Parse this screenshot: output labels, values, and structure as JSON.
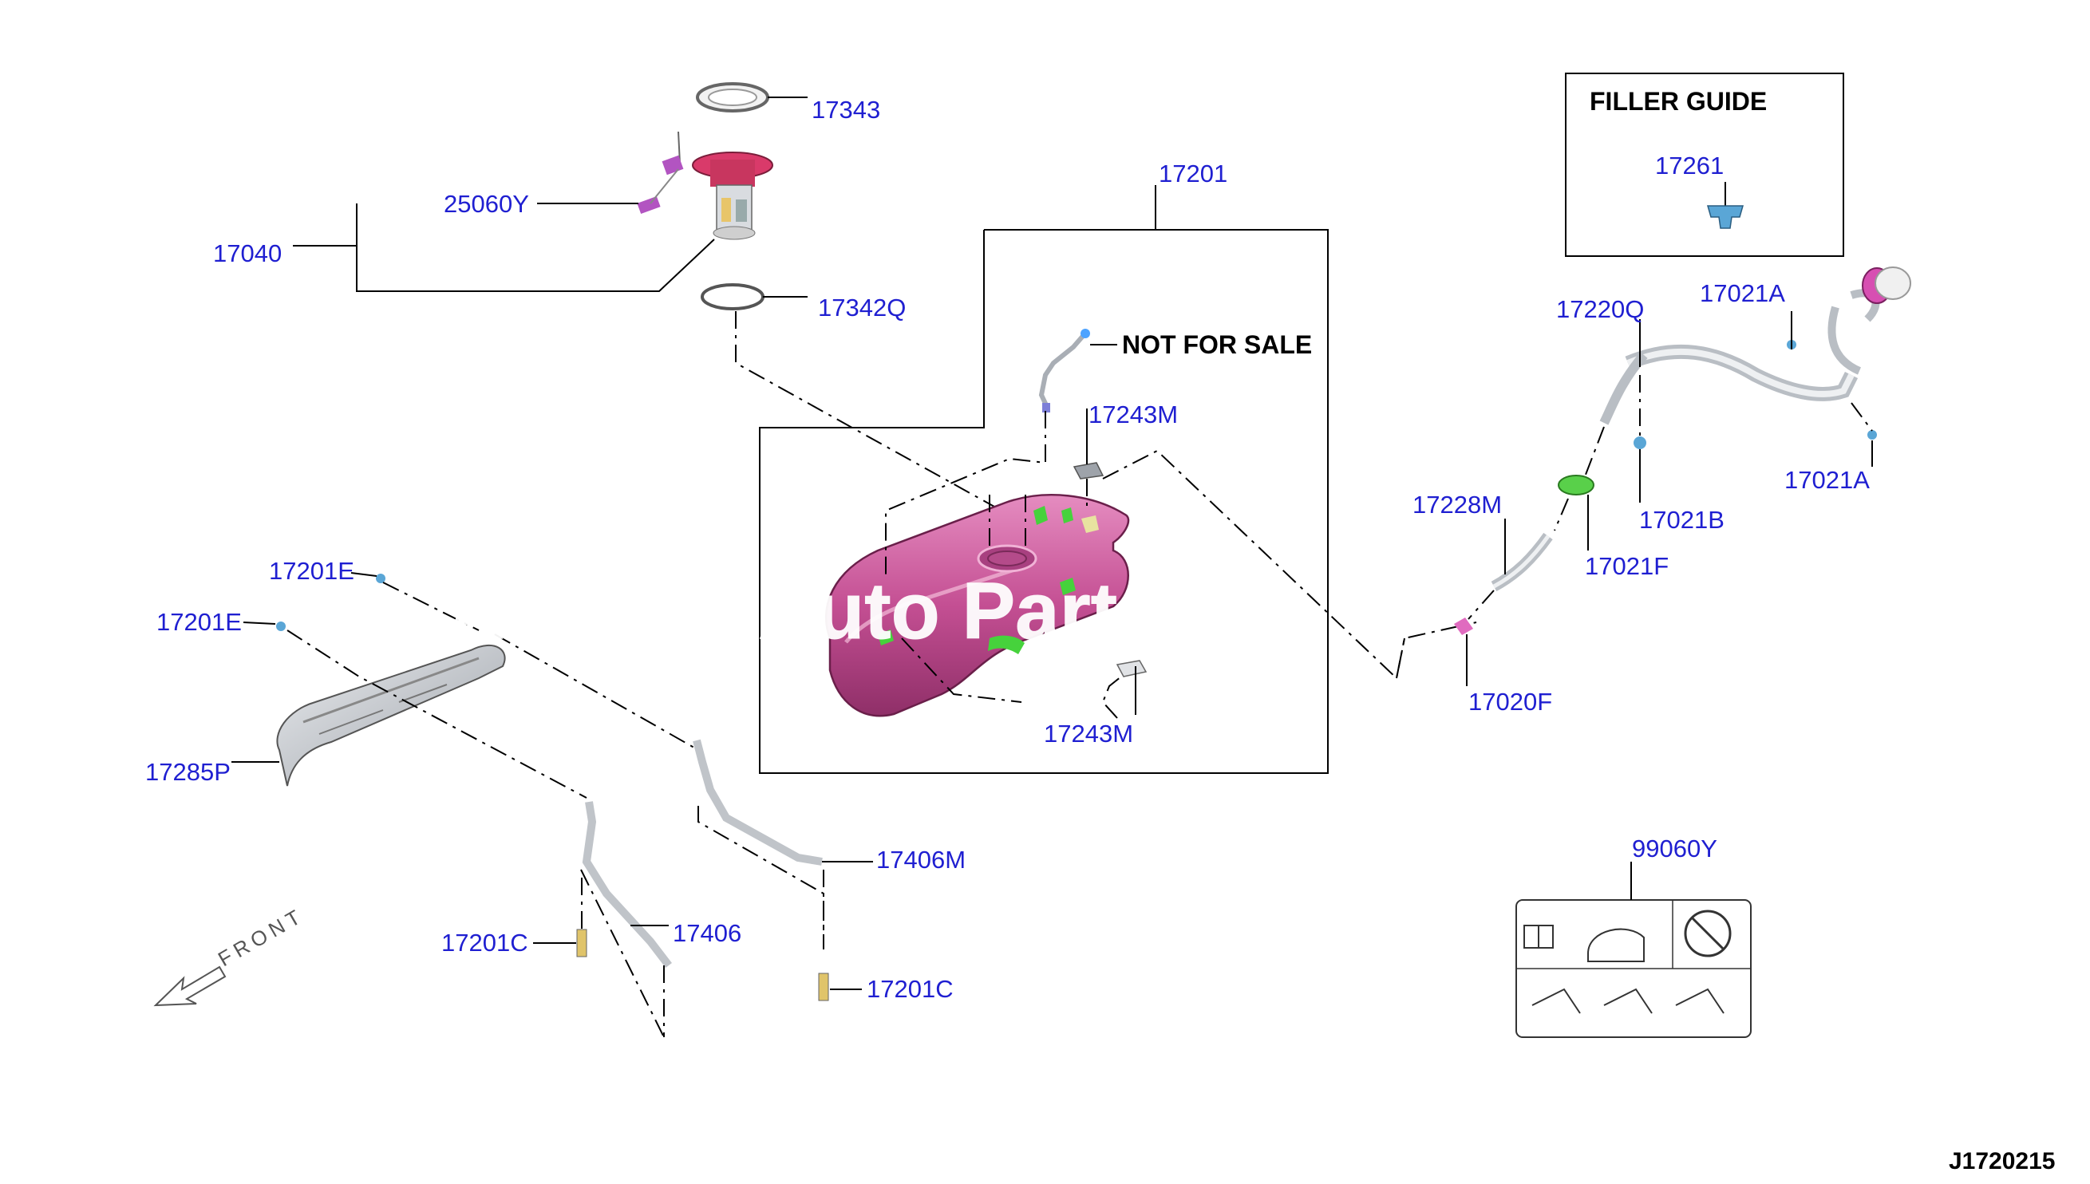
{
  "diagram_code": "J1720215",
  "watermark": "Auto Parts",
  "not_for_sale_label": "NOT FOR SALE",
  "filler_guide": {
    "title": "FILLER GUIDE",
    "part": "17261"
  },
  "labels": {
    "p17343": "17343",
    "p25060Y": "25060Y",
    "p17040": "17040",
    "p17342Q": "17342Q",
    "p17201": "17201",
    "p17243M_top": "17243M",
    "p17243M_bottom": "17243M",
    "p17201E_a": "17201E",
    "p17201E_b": "17201E",
    "p17285P": "17285P",
    "p17406M": "17406M",
    "p17406": "17406",
    "p17201C_left": "17201C",
    "p17201C_right": "17201C",
    "p17220Q": "17220Q",
    "p17021A_top": "17021A",
    "p17021A_right": "17021A",
    "p17021B": "17021B",
    "p17228M": "17228M",
    "p17021F": "17021F",
    "p17020F": "17020F",
    "p99060Y": "99060Y"
  },
  "front_arrow_label": "FRONT",
  "colors": {
    "label_blue": "#1f1fd1",
    "tank_magenta": "#c44f93",
    "accent_green": "#46d23c",
    "metal_grey": "#bfc3c8"
  }
}
